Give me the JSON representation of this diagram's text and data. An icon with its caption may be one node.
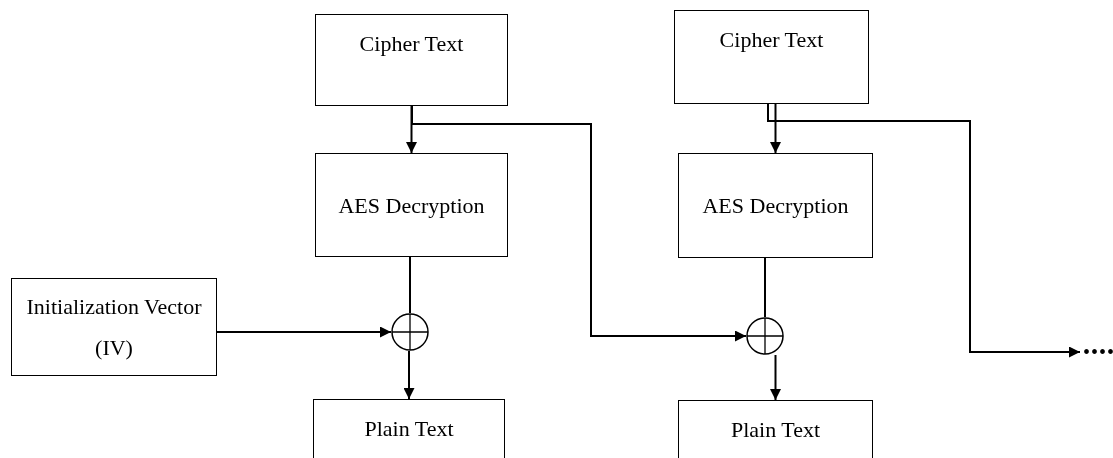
{
  "diagram": {
    "nodes": [
      {
        "text": [
          "Cipher Text"
        ]
      },
      {
        "text": [
          "AES Decryption"
        ]
      },
      {
        "text": [
          "Initialization Vector (IV)"
        ]
      },
      {
        "text": [],
        "shape": "circle"
      },
      {
        "text": [
          "Plain Text"
        ]
      },
      {
        "text": [
          "Cipher Text"
        ]
      },
      {
        "text": [
          "AES Decryption"
        ]
      },
      {
        "text": [],
        "shape": "circle"
      },
      {
        "text": [
          "Plain Text"
        ]
      },
      {
        "text": [
          "••••"
        ]
      }
    ],
    "edges": [
      {
        "from": 0,
        "to": 1,
        "arrow": "to"
      },
      {
        "from": 0,
        "to": 7,
        "arrow": "to"
      },
      {
        "from": 1,
        "to": 3,
        "arrow": "none"
      },
      {
        "from": 2,
        "to": 3,
        "arrow": "to"
      },
      {
        "from": 3,
        "to": 4,
        "arrow": "to"
      },
      {
        "from": 5,
        "to": 6,
        "arrow": "to"
      },
      {
        "from": 5,
        "to": 9,
        "arrow": "to"
      },
      {
        "from": 6,
        "to": 7,
        "arrow": "none"
      },
      {
        "from": 7,
        "to": 8,
        "arrow": "to"
      }
    ]
  }
}
